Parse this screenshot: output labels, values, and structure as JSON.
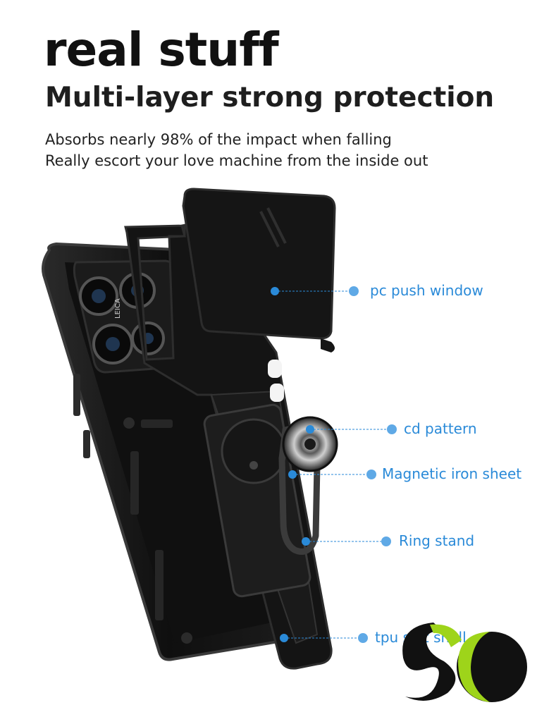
{
  "header": {
    "headline": "real stuff",
    "subheadline": "Multi-layer strong protection",
    "description": [
      "Absorbs nearly 98% of the impact when falling",
      "Really escort your love machine from the inside out"
    ]
  },
  "product": {
    "lens_brand": "LEICA"
  },
  "callouts": [
    {
      "label": "pc push window"
    },
    {
      "label": "cd pattern"
    },
    {
      "label": "Magnetic iron sheet"
    },
    {
      "label": "Ring stand"
    },
    {
      "label": "tpu soft shell"
    }
  ],
  "colors": {
    "accent": "#2a8ad8",
    "case": "#141414",
    "logo_green": "#9ed41a"
  }
}
